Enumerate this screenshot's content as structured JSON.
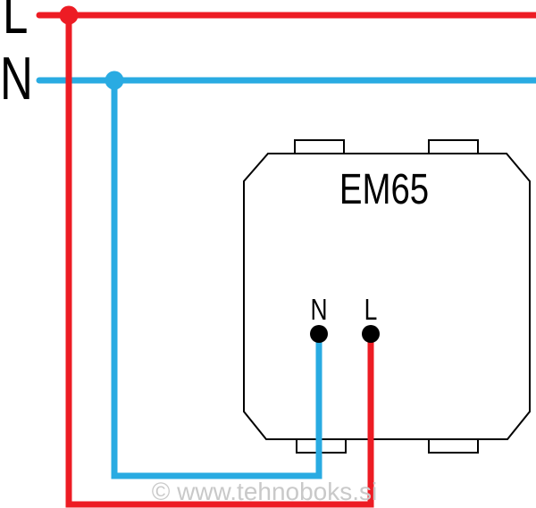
{
  "diagram": {
    "bus": {
      "live_label": "L",
      "neutral_label": "N"
    },
    "device": {
      "model_label": "EM65",
      "terminal_neutral_label": "N",
      "terminal_live_label": "L"
    },
    "watermark_text": "© www.tehnoboks.si",
    "colors": {
      "live": "#ed1c24",
      "neutral": "#29abe2",
      "outline": "#000000",
      "label": "#000000",
      "watermark": "#c9c9c9"
    }
  }
}
